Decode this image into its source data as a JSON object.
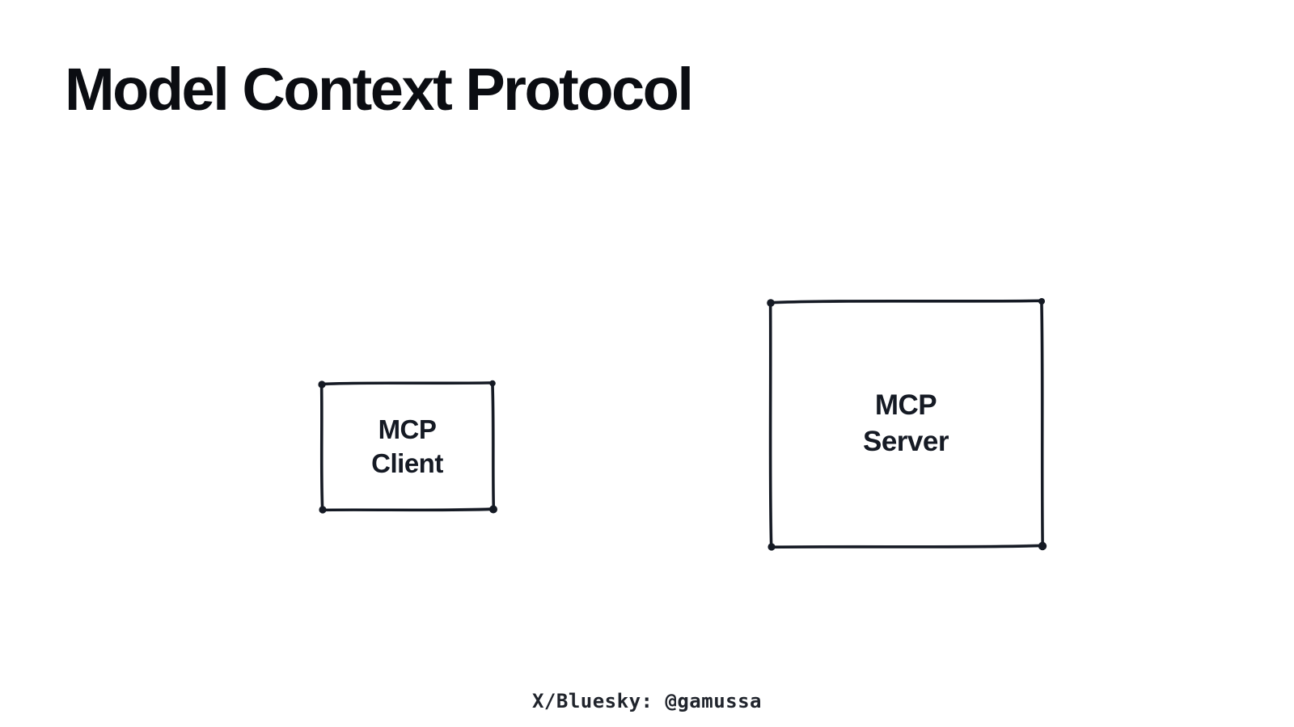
{
  "slide": {
    "title": "Model Context Protocol",
    "footer": "X/Bluesky: @gamussa"
  },
  "diagram": {
    "nodes": [
      {
        "id": "mcp-client",
        "label": "MCP\nClient"
      },
      {
        "id": "mcp-server",
        "label": "MCP\nServer"
      }
    ]
  },
  "colors": {
    "background": "#ffffff",
    "ink": "#151a24",
    "title_text": "#0b0d12",
    "footer_text": "#20242c"
  }
}
